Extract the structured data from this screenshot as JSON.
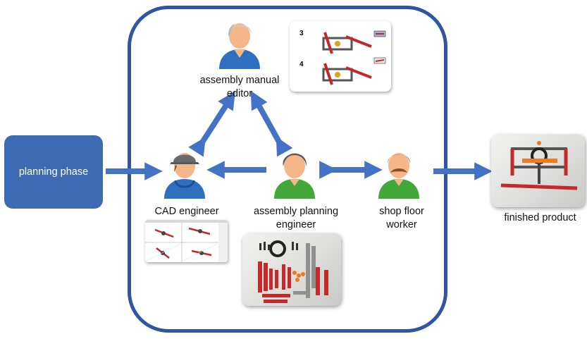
{
  "nodes": {
    "planning_phase": "planning phase",
    "assembly_manual_editor": "assembly manual editor",
    "cad_engineer": "CAD engineer",
    "assembly_planning_engineer": "assembly planning engineer",
    "shop_floor_worker": "shop floor worker",
    "finished_product": "finished product"
  },
  "manual_steps": [
    "3",
    "4"
  ],
  "colors": {
    "frame": "#2f57a0",
    "arrow": "#4472c4",
    "phase_box": "#3d6bb3",
    "person_blue": "#2e6fc0",
    "person_green": "#43a83a",
    "person_skin": "#f5b78a"
  },
  "icons": {
    "editor": "person-grey-hair-icon",
    "cad": "person-cap-icon",
    "planner": "person-dark-hair-icon",
    "worker": "person-mustache-icon"
  }
}
